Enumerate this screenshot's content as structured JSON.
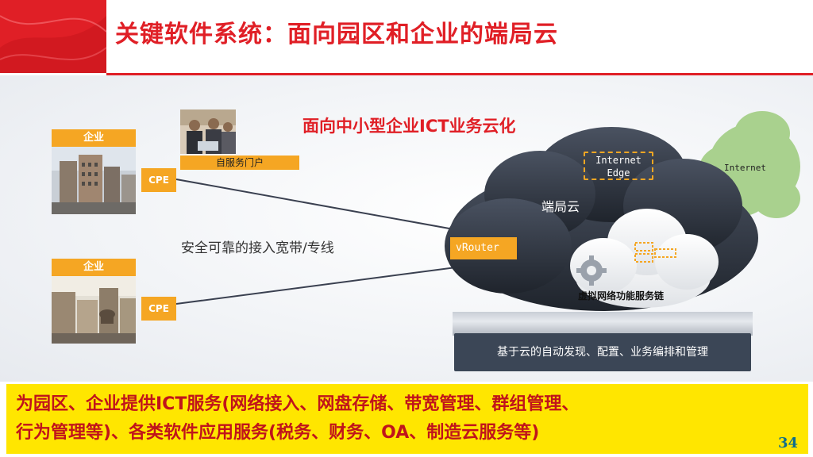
{
  "header": {
    "title": "关键软件系统：面向园区和企业的端局云"
  },
  "diagram": {
    "subtitle": "面向中小型企业ICT业务云化",
    "enterprise_1": {
      "label": "企业",
      "cpe": "CPE"
    },
    "enterprise_2": {
      "label": "企业",
      "cpe": "CPE"
    },
    "self_service_portal": "自服务门户",
    "access_line_caption": "安全可靠的接入宽带/专线",
    "edge_cloud_label": "端局云",
    "internet_edge": {
      "line1": "Internet",
      "line2": "Edge"
    },
    "vrouter": "vRouter",
    "vnf_service_chain": "虚拟网络功能服务链",
    "internet_cloud": "Internet",
    "management_bar": "基于云的自动发现、配置、业务编排和管理"
  },
  "footer": {
    "line1": "为园区、企业提供ICT服务(网络接入、网盘存储、带宽管理、群组管理、",
    "line2": "行为管理等)、各类软件应用服务(税务、财务、OA、制造云服务等)"
  },
  "page_number": "34",
  "colors": {
    "brand_red": "#e01f26",
    "accent_orange": "#f5a623",
    "dark_cloud": "#2f3540",
    "internet_green": "#a9d18e",
    "footer_yellow": "#ffe600"
  }
}
